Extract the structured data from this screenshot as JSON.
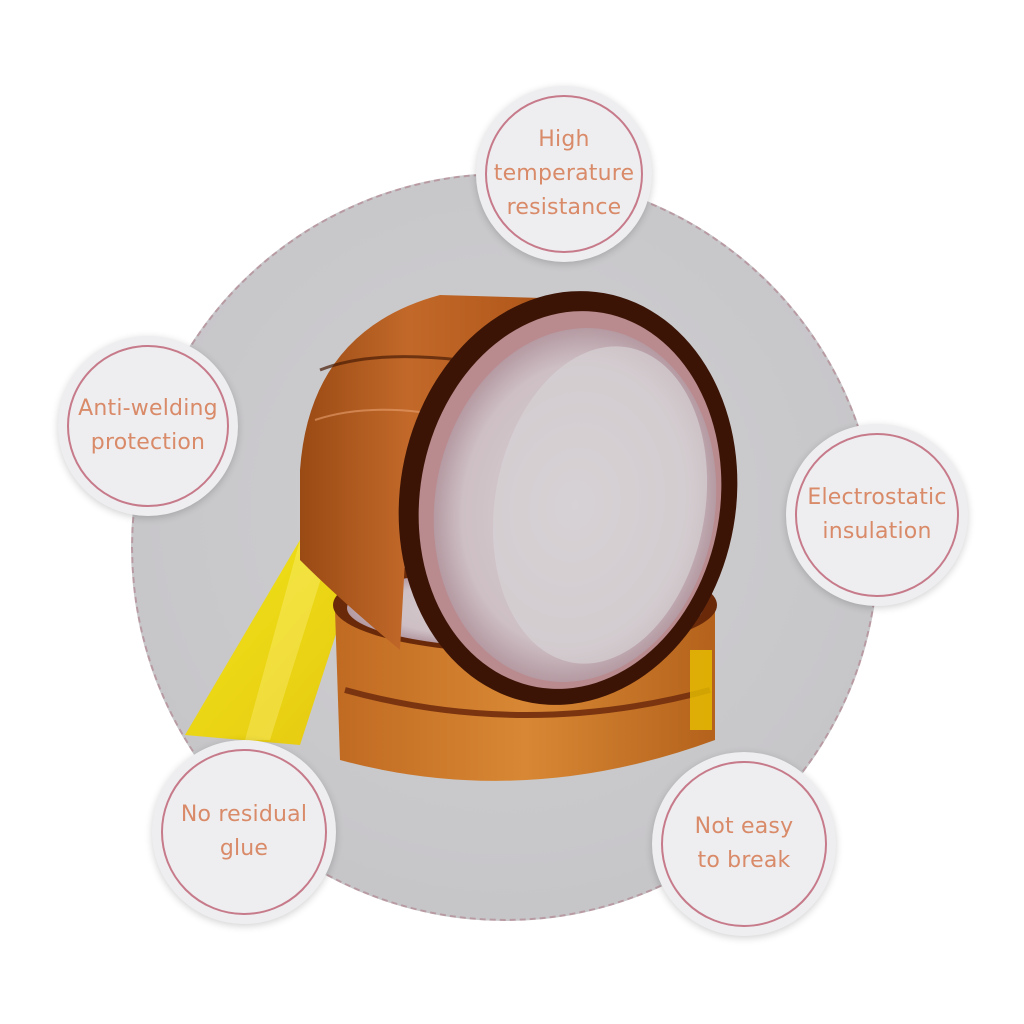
{
  "scene": {
    "subject": "Amber polyimide high-temperature tape rolls",
    "background_color": "#ffffff",
    "disc_color": "#c9c8cb",
    "disc_border_color": "#b89aa2",
    "badge_fill": "#eeeef0",
    "badge_ring_color": "#c67a8a",
    "badge_text_color": "#d98a68",
    "tape_color": "#b8621f",
    "tape_film_color": "#f2e000"
  },
  "features": [
    {
      "id": "high-temperature",
      "lines": [
        "High",
        "temperature",
        "resistance"
      ]
    },
    {
      "id": "anti-welding",
      "lines": [
        "Anti-welding",
        "protection"
      ]
    },
    {
      "id": "electrostatic",
      "lines": [
        "Electrostatic",
        "insulation"
      ]
    },
    {
      "id": "no-residual",
      "lines": [
        "No residual",
        "glue"
      ]
    },
    {
      "id": "not-easy-break",
      "lines": [
        "Not easy",
        "to break"
      ]
    }
  ]
}
